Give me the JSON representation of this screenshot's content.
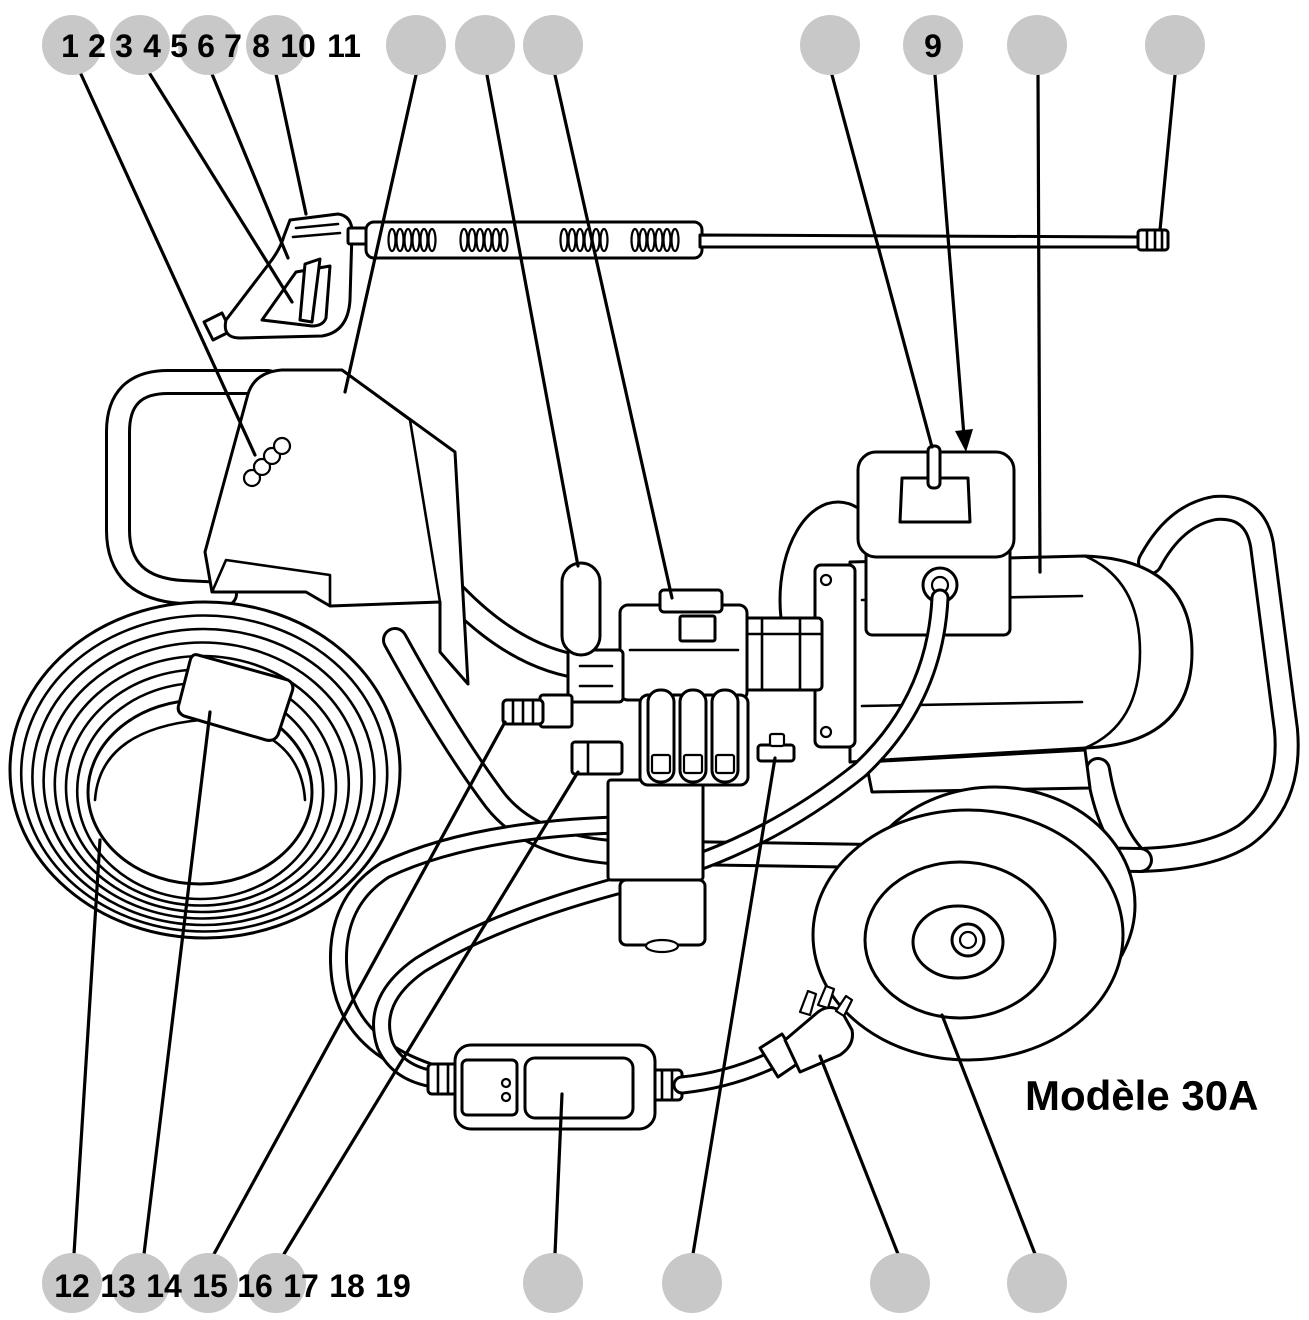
{
  "diagram": {
    "top_callout_numbers": [
      "1",
      "2",
      "3",
      "4",
      "5",
      "6",
      "7",
      "8",
      "10",
      "11"
    ],
    "top_callout_circled": "9",
    "bottom_callout_numbers": [
      "12",
      "13",
      "14",
      "15",
      "16",
      "17",
      "18",
      "19"
    ],
    "model_label": "Modèle 30A"
  },
  "colors": {
    "callout_circle": "#c8c8c8",
    "line_art": "#000000",
    "background": "#ffffff"
  }
}
